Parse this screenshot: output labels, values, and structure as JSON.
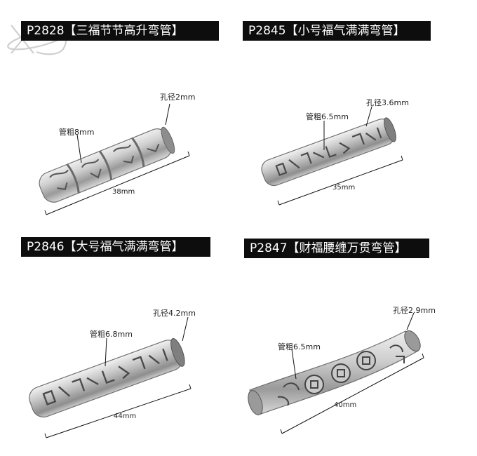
{
  "watermark": {
    "text": "XD"
  },
  "products": [
    {
      "title": "P2828【三福节节高升弯管】",
      "hole": "孔径2mm",
      "tube": "管粗8mm",
      "length": "38mm"
    },
    {
      "title": "P2845【小号福气满满弯管】",
      "hole": "孔径3.6mm",
      "tube": "管粗6.5mm",
      "length": "35mm"
    },
    {
      "title": "P2846【大号福气满满弯管】",
      "hole": "孔径4.2mm",
      "tube": "管粗6.8mm",
      "length": "44mm"
    },
    {
      "title": "P2847【财福腰缠万贯弯管】",
      "hole": "孔径2.9mm",
      "tube": "管粗6.5mm",
      "length": "40mm"
    }
  ],
  "colors": {
    "title_bg": "#0d0d0d",
    "title_text": "#ffffff",
    "silver": "#b9b9b9"
  }
}
